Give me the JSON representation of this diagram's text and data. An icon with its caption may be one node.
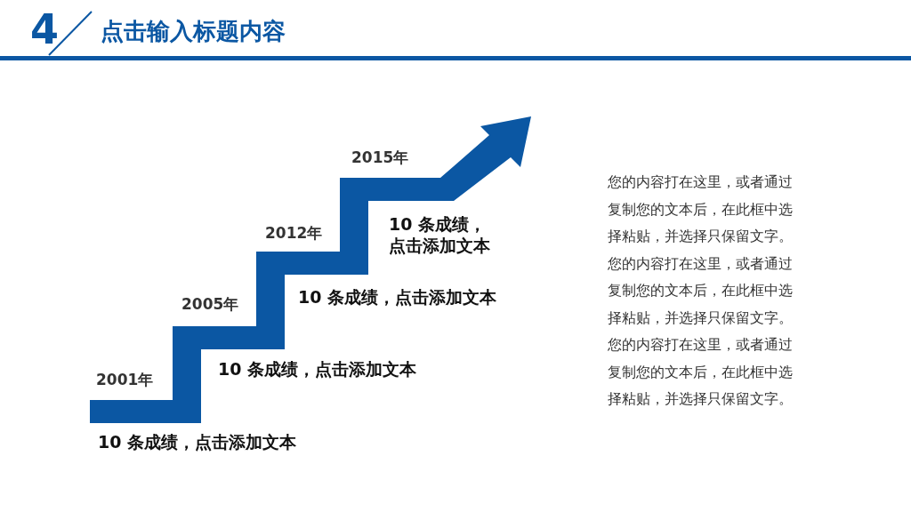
{
  "diagram": {
    "title": "点击输入标题内容",
    "labels": [
      "4",
      "2015年",
      "10 条成绩，点击添加文本",
      "2012年",
      "10 条成绩，点击添加文本",
      "2005年",
      "10 条成绩，点击添加文本",
      "2001年",
      "10 条成绩，点击添加文本",
      "您的内容打在这里，或者通过复制您的文本后，在此框中选择粘贴，并选择只保留文字。您的内容打在这里，或者通过复制您的文本后，在此框中选择粘贴，并选择只保留文字。您的内容打在这里，或者通过复制您的文本后，在此框中选择粘贴，并选择只保留文字。"
    ]
  }
}
